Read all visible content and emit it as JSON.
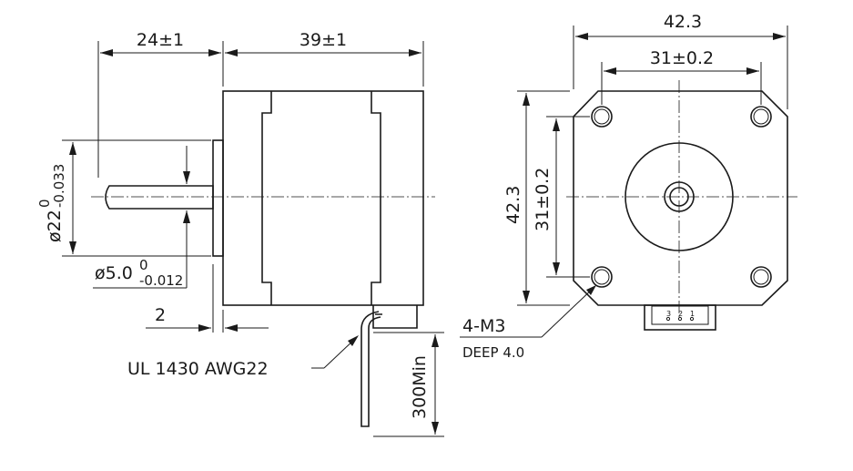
{
  "side_view": {
    "shaft_length": "24±1",
    "body_length": "39±1",
    "boss_dia_base": "ø22",
    "boss_dia_upper_tol": "0",
    "boss_dia_lower_tol": "-0.033",
    "shaft_dia_base": "ø5.0",
    "shaft_dia_upper_tol": "0",
    "shaft_dia_lower_tol": "-0.012",
    "boss_height": "2",
    "cable_spec": "UL 1430 AWG22",
    "cable_length": "300Min"
  },
  "front_view": {
    "flange_width": "42.3",
    "hole_spacing_h": "31±0.2",
    "flange_height": "42.3",
    "hole_spacing_v": "31±0.2",
    "mount_holes": "4-M3",
    "hole_depth": "DEEP 4.0",
    "connector_pins": [
      "3",
      "2",
      "1"
    ]
  }
}
